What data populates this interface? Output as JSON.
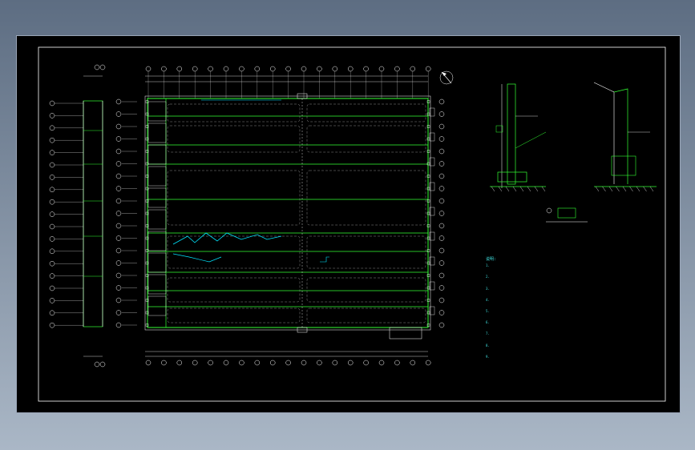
{
  "colors": {
    "background": "#000000",
    "frame": "#ffffff",
    "structure": "#33ff33",
    "annotation": "#00e5ff",
    "dashed": "#8a8a8a",
    "text": "#e6e6e6"
  },
  "icons": {
    "north_arrow": "north-arrow-icon"
  },
  "notes": {
    "title": "说明:",
    "lines": [
      "1.",
      "2.",
      "3.",
      "4.",
      "5.",
      "6.",
      "7.",
      "8.",
      "9."
    ]
  }
}
